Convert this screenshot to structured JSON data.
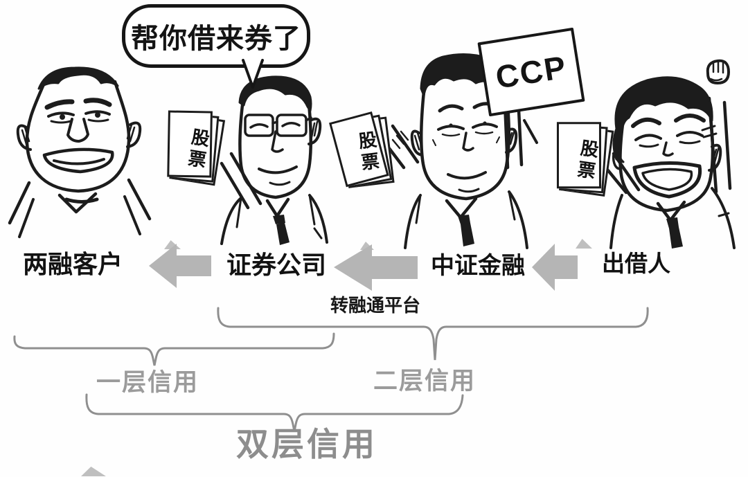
{
  "speech": {
    "text": "帮你借来券了"
  },
  "sign": {
    "text": "CCP"
  },
  "paper": {
    "label": "股票"
  },
  "flow": {
    "direction": "right-to-left",
    "nodes": [
      {
        "id": "margin-client",
        "label": "两融客户"
      },
      {
        "id": "broker",
        "label": "证券公司"
      },
      {
        "id": "csf",
        "label": "中证金融"
      },
      {
        "id": "lender",
        "label": "出借人"
      }
    ],
    "platform_note": "转融通平台"
  },
  "credit": {
    "layer1": "一层信用",
    "layer2": "二层信用",
    "double": "双层信用"
  },
  "colors": {
    "ink": "#1c1c1c",
    "arrow_gray": "#b5b5b5",
    "brace_gray": "#8f8f8f",
    "muted_text_gray": "#9b9b9b"
  }
}
